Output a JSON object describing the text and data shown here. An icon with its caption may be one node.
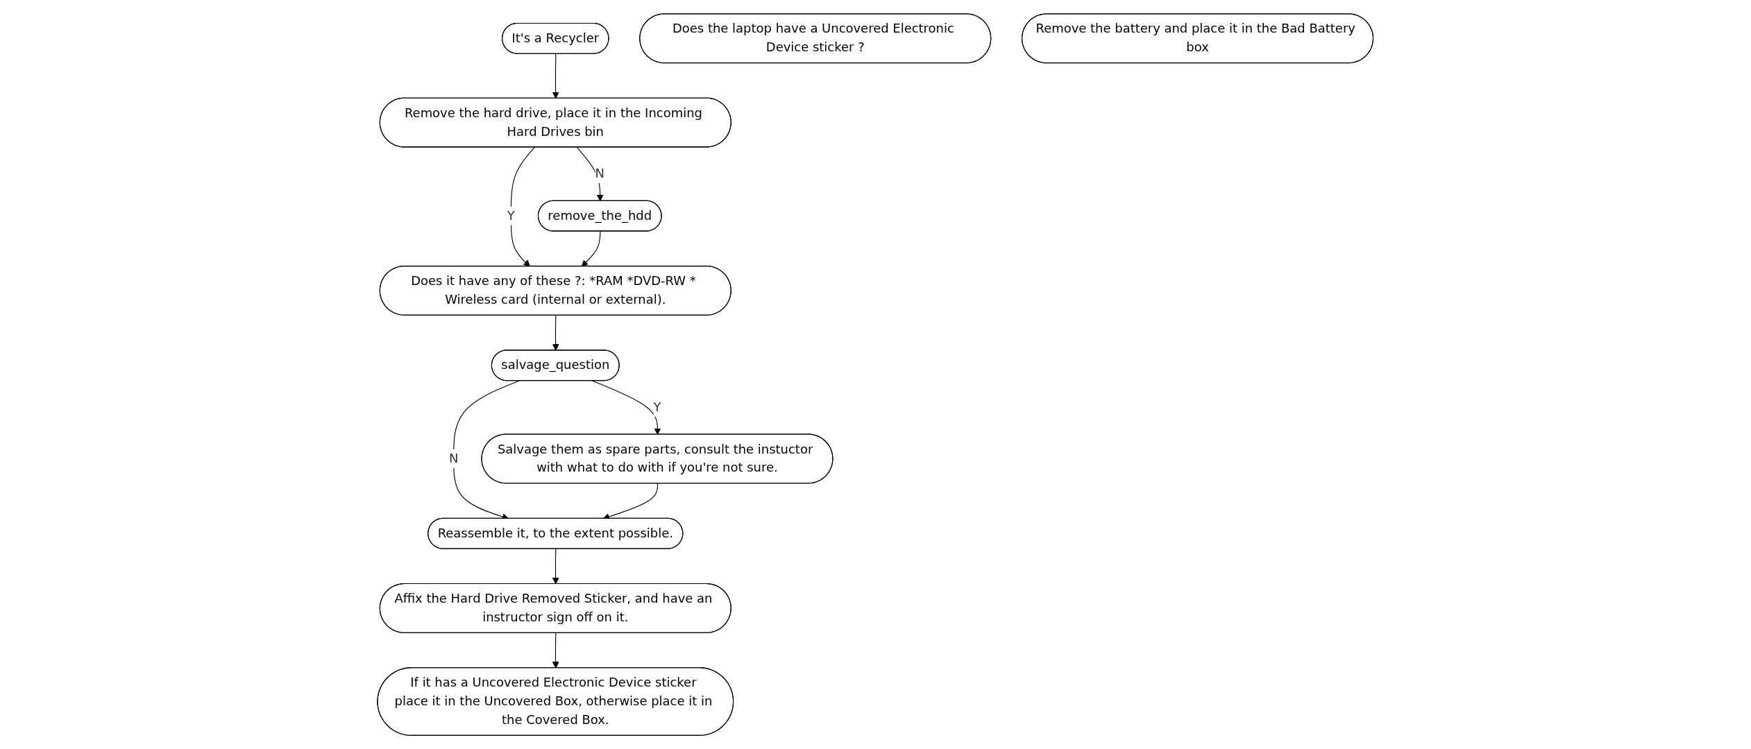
{
  "diagram": {
    "nodes": [
      {
        "text": [
          "It's a Recycler"
        ]
      },
      {
        "text": [
          "Does the laptop have a Uncovered Electronic Device sticker ?"
        ]
      },
      {
        "text": [
          "Remove the battery and place it in the Bad Battery box"
        ]
      },
      {
        "text": [
          "Remove the hard drive, place it in the Incoming Hard Drives bin"
        ]
      },
      {
        "text": [
          "remove_the_hdd"
        ]
      },
      {
        "text": [
          "Does it have any of these ?: *RAM *DVD-RW * Wireless card (internal or external)."
        ]
      },
      {
        "text": [
          "salvage_question"
        ]
      },
      {
        "text": [
          "Salvage them as spare parts, consult the instuctor with what to do with if you're not sure."
        ]
      },
      {
        "text": [
          "Reassemble it, to the extent possible."
        ]
      },
      {
        "text": [
          "Affix the Hard Drive Removed Sticker, and have an instructor sign off on it."
        ]
      },
      {
        "text": [
          "If it has a Uncovered Electronic Device sticker place it in the Uncovered Box, otherwise place it in the Covered Box."
        ]
      }
    ],
    "edges": [
      {
        "from": 0,
        "to": 3,
        "arrow": "to"
      },
      {
        "from": 3,
        "to": 5,
        "arrow": "to",
        "label": "Y"
      },
      {
        "from": 3,
        "to": 4,
        "arrow": "to",
        "label": "N"
      },
      {
        "from": 4,
        "to": 5,
        "arrow": "to"
      },
      {
        "from": 5,
        "to": 6,
        "arrow": "to"
      },
      {
        "from": 6,
        "to": 7,
        "arrow": "to",
        "label": "Y"
      },
      {
        "from": 6,
        "to": 8,
        "arrow": "to",
        "label": "N"
      },
      {
        "from": 7,
        "to": 8,
        "arrow": "to"
      },
      {
        "from": 8,
        "to": 9,
        "arrow": "to"
      },
      {
        "from": 9,
        "to": 10,
        "arrow": "to"
      }
    ]
  }
}
